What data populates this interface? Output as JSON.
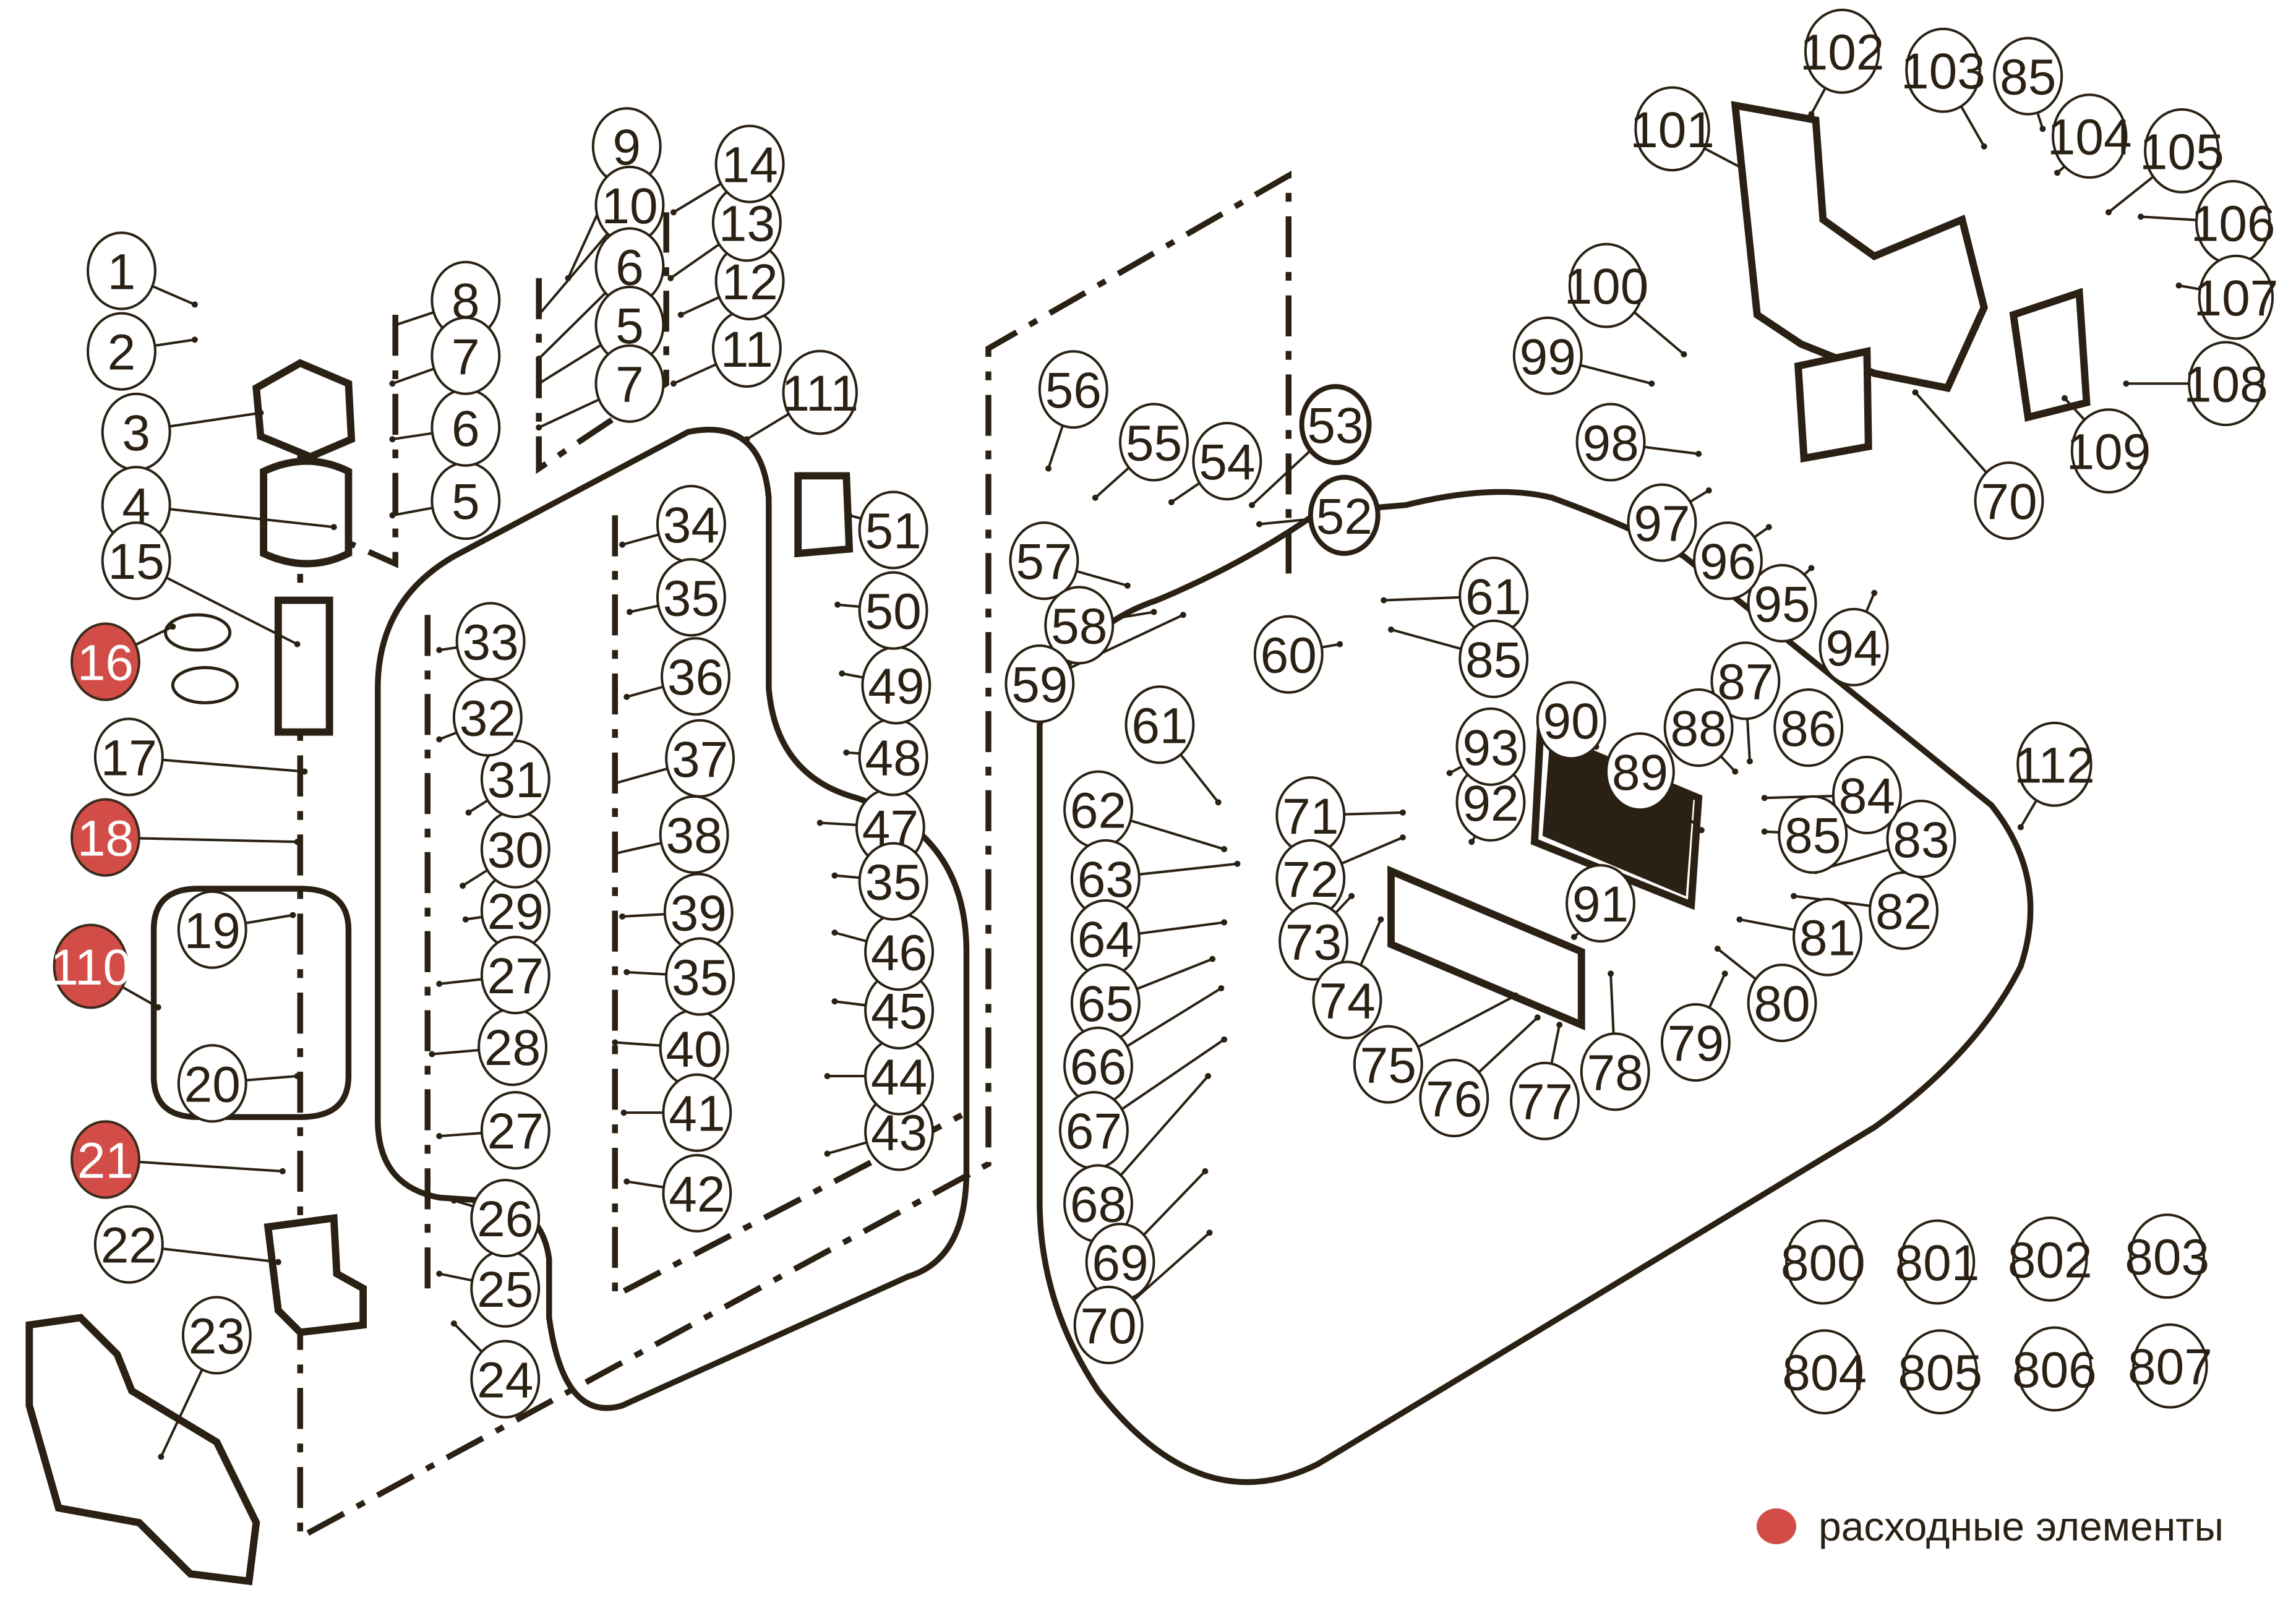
{
  "diagram": {
    "title": "",
    "legend": {
      "label": "расходные элементы",
      "color": "#d24d48"
    },
    "colors": {
      "ink": "#2a2114",
      "consumable": "#d24d48",
      "background": "#ffffff"
    },
    "callouts": [
      {
        "id": "1",
        "consumable": false
      },
      {
        "id": "2",
        "consumable": false
      },
      {
        "id": "3",
        "consumable": false
      },
      {
        "id": "4",
        "consumable": false
      },
      {
        "id": "5",
        "consumable": false
      },
      {
        "id": "6",
        "consumable": false
      },
      {
        "id": "7",
        "consumable": false
      },
      {
        "id": "8",
        "consumable": false
      },
      {
        "id": "9",
        "consumable": false
      },
      {
        "id": "10",
        "consumable": false
      },
      {
        "id": "11",
        "consumable": false
      },
      {
        "id": "12",
        "consumable": false
      },
      {
        "id": "13",
        "consumable": false
      },
      {
        "id": "14",
        "consumable": false
      },
      {
        "id": "15",
        "consumable": false
      },
      {
        "id": "16",
        "consumable": true
      },
      {
        "id": "17",
        "consumable": false
      },
      {
        "id": "18",
        "consumable": true
      },
      {
        "id": "19",
        "consumable": false
      },
      {
        "id": "20",
        "consumable": false
      },
      {
        "id": "21",
        "consumable": true
      },
      {
        "id": "22",
        "consumable": false
      },
      {
        "id": "23",
        "consumable": false
      },
      {
        "id": "24",
        "consumable": false
      },
      {
        "id": "25",
        "consumable": false
      },
      {
        "id": "26",
        "consumable": false
      },
      {
        "id": "27",
        "consumable": false
      },
      {
        "id": "28",
        "consumable": false
      },
      {
        "id": "29",
        "consumable": false
      },
      {
        "id": "30",
        "consumable": false
      },
      {
        "id": "31",
        "consumable": false
      },
      {
        "id": "32",
        "consumable": false
      },
      {
        "id": "33",
        "consumable": false
      },
      {
        "id": "34",
        "consumable": false
      },
      {
        "id": "35",
        "consumable": false
      },
      {
        "id": "36",
        "consumable": false
      },
      {
        "id": "37",
        "consumable": false
      },
      {
        "id": "38",
        "consumable": false
      },
      {
        "id": "39",
        "consumable": false
      },
      {
        "id": "40",
        "consumable": false
      },
      {
        "id": "41",
        "consumable": false
      },
      {
        "id": "42",
        "consumable": false
      },
      {
        "id": "43",
        "consumable": false
      },
      {
        "id": "44",
        "consumable": false
      },
      {
        "id": "45",
        "consumable": false
      },
      {
        "id": "46",
        "consumable": false
      },
      {
        "id": "47",
        "consumable": false
      },
      {
        "id": "48",
        "consumable": false
      },
      {
        "id": "49",
        "consumable": false
      },
      {
        "id": "50",
        "consumable": false
      },
      {
        "id": "51",
        "consumable": false
      },
      {
        "id": "52",
        "consumable": false
      },
      {
        "id": "53",
        "consumable": false
      },
      {
        "id": "54",
        "consumable": false
      },
      {
        "id": "55",
        "consumable": false
      },
      {
        "id": "56",
        "consumable": false
      },
      {
        "id": "57",
        "consumable": false
      },
      {
        "id": "58",
        "consumable": false
      },
      {
        "id": "59",
        "consumable": false
      },
      {
        "id": "60",
        "consumable": false
      },
      {
        "id": "61",
        "consumable": false
      },
      {
        "id": "62",
        "consumable": false
      },
      {
        "id": "63",
        "consumable": false
      },
      {
        "id": "64",
        "consumable": false
      },
      {
        "id": "65",
        "consumable": false
      },
      {
        "id": "66",
        "consumable": false
      },
      {
        "id": "67",
        "consumable": false
      },
      {
        "id": "68",
        "consumable": false
      },
      {
        "id": "69",
        "consumable": false
      },
      {
        "id": "70",
        "consumable": false
      },
      {
        "id": "71",
        "consumable": false
      },
      {
        "id": "72",
        "consumable": false
      },
      {
        "id": "73",
        "consumable": false
      },
      {
        "id": "74",
        "consumable": false
      },
      {
        "id": "75",
        "consumable": false
      },
      {
        "id": "76",
        "consumable": false
      },
      {
        "id": "77",
        "consumable": false
      },
      {
        "id": "78",
        "consumable": false
      },
      {
        "id": "79",
        "consumable": false
      },
      {
        "id": "80",
        "consumable": false
      },
      {
        "id": "81",
        "consumable": false
      },
      {
        "id": "82",
        "consumable": false
      },
      {
        "id": "83",
        "consumable": false
      },
      {
        "id": "84",
        "consumable": false
      },
      {
        "id": "85",
        "consumable": false
      },
      {
        "id": "86",
        "consumable": false
      },
      {
        "id": "87",
        "consumable": false
      },
      {
        "id": "88",
        "consumable": false
      },
      {
        "id": "89",
        "consumable": false
      },
      {
        "id": "90",
        "consumable": false
      },
      {
        "id": "91",
        "consumable": false
      },
      {
        "id": "92",
        "consumable": false
      },
      {
        "id": "93",
        "consumable": false
      },
      {
        "id": "94",
        "consumable": false
      },
      {
        "id": "95",
        "consumable": false
      },
      {
        "id": "96",
        "consumable": false
      },
      {
        "id": "97",
        "consumable": false
      },
      {
        "id": "98",
        "consumable": false
      },
      {
        "id": "99",
        "consumable": false
      },
      {
        "id": "100",
        "consumable": false
      },
      {
        "id": "101",
        "consumable": false
      },
      {
        "id": "102",
        "consumable": false
      },
      {
        "id": "103",
        "consumable": false
      },
      {
        "id": "104",
        "consumable": false
      },
      {
        "id": "105",
        "consumable": false
      },
      {
        "id": "106",
        "consumable": false
      },
      {
        "id": "107",
        "consumable": false
      },
      {
        "id": "108",
        "consumable": false
      },
      {
        "id": "109",
        "consumable": false
      },
      {
        "id": "110",
        "consumable": true
      },
      {
        "id": "111",
        "consumable": false
      },
      {
        "id": "112",
        "consumable": false
      },
      {
        "id": "800",
        "consumable": false
      },
      {
        "id": "801",
        "consumable": false
      },
      {
        "id": "802",
        "consumable": false
      },
      {
        "id": "803",
        "consumable": false
      },
      {
        "id": "804",
        "consumable": false
      },
      {
        "id": "805",
        "consumable": false
      },
      {
        "id": "806",
        "consumable": false
      },
      {
        "id": "807",
        "consumable": false
      }
    ],
    "consumable_parts": [
      "16",
      "18",
      "21",
      "110"
    ],
    "groups": [
      {
        "id": "110",
        "contains": [
          "19",
          "20"
        ]
      },
      {
        "id": "111",
        "contains": [
          "27",
          "28",
          "29",
          "30",
          "31",
          "32",
          "33",
          "34",
          "35",
          "36",
          "37",
          "38",
          "39",
          "40",
          "41",
          "42",
          "43",
          "44",
          "45",
          "46",
          "47",
          "48",
          "49",
          "50",
          "51"
        ]
      },
      {
        "id": "112",
        "contains": [
          "61",
          "62",
          "63",
          "64",
          "65",
          "66",
          "67",
          "68",
          "69",
          "70",
          "71",
          "72",
          "73",
          "74",
          "75",
          "76",
          "77",
          "78",
          "79",
          "80",
          "81",
          "82",
          "83",
          "84",
          "85",
          "86",
          "87",
          "88",
          "89",
          "90",
          "91",
          "92",
          "93"
        ]
      }
    ]
  }
}
